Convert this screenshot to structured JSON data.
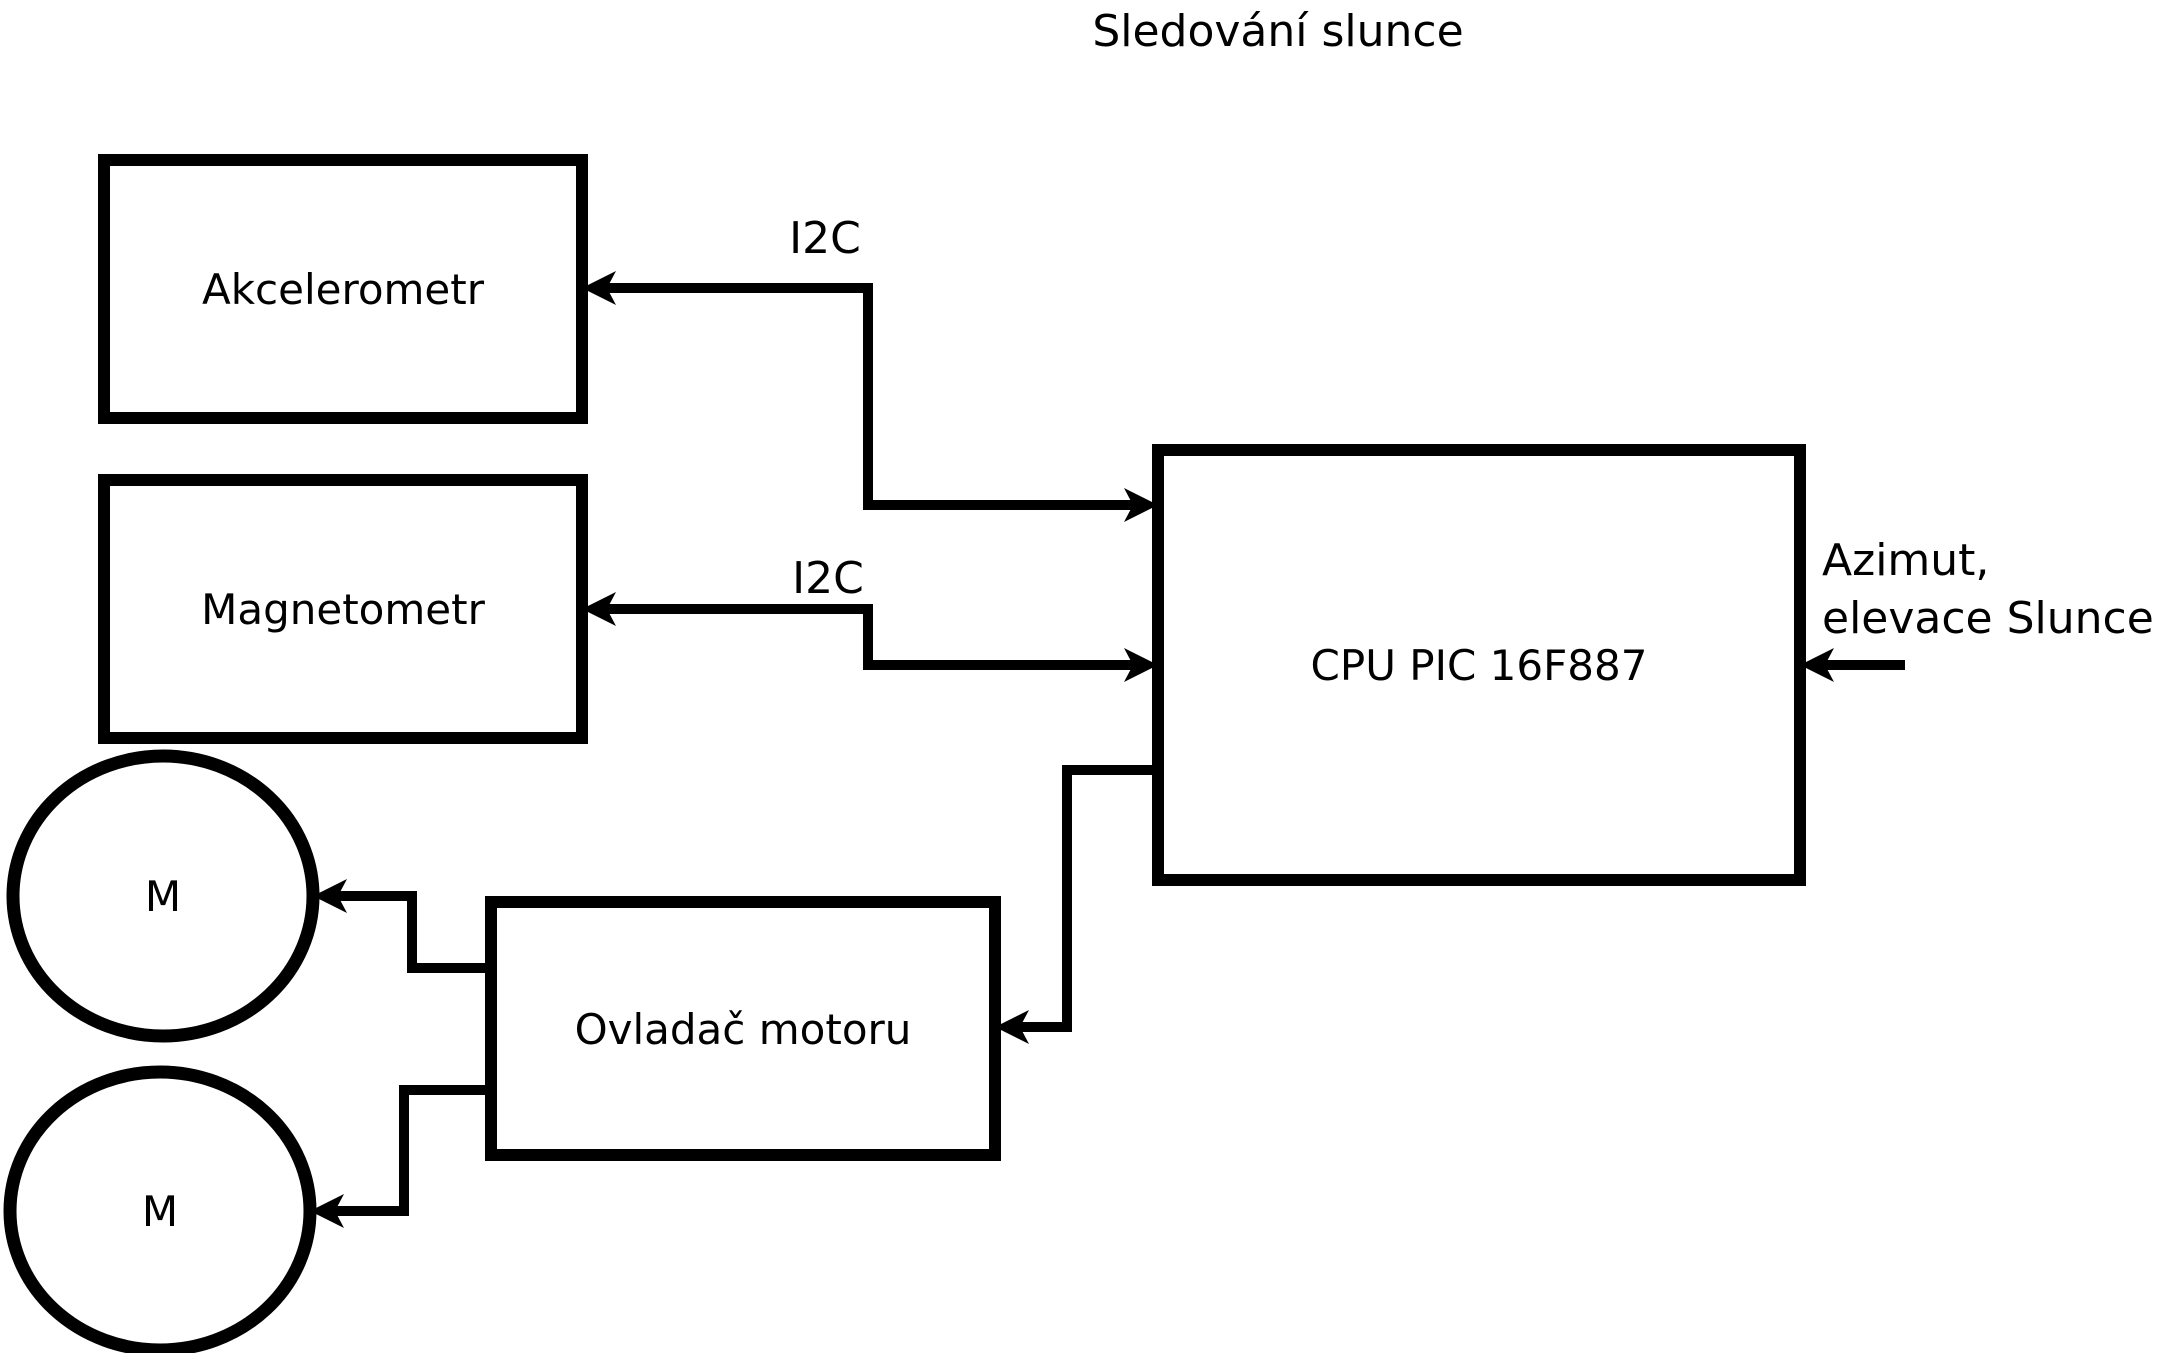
{
  "title": "Sledování slunce",
  "colors": {
    "ink": "#000000",
    "background": "#ffffff"
  },
  "blocks": {
    "accelerometer": {
      "label": "Akcelerometr"
    },
    "magnetometer": {
      "label": "Magnetometr"
    },
    "cpu": {
      "label": "CPU PIC 16F887"
    },
    "motor_driver": {
      "label": "Ovladač motoru"
    },
    "motor1": {
      "label": "M"
    },
    "motor2": {
      "label": "M"
    }
  },
  "connections": {
    "i2c_accelerometer": {
      "label": "I2C"
    },
    "i2c_magnetometer": {
      "label": "I2C"
    },
    "sun_input": {
      "label_line1": "Azimut,",
      "label_line2": "elevace Slunce"
    }
  }
}
